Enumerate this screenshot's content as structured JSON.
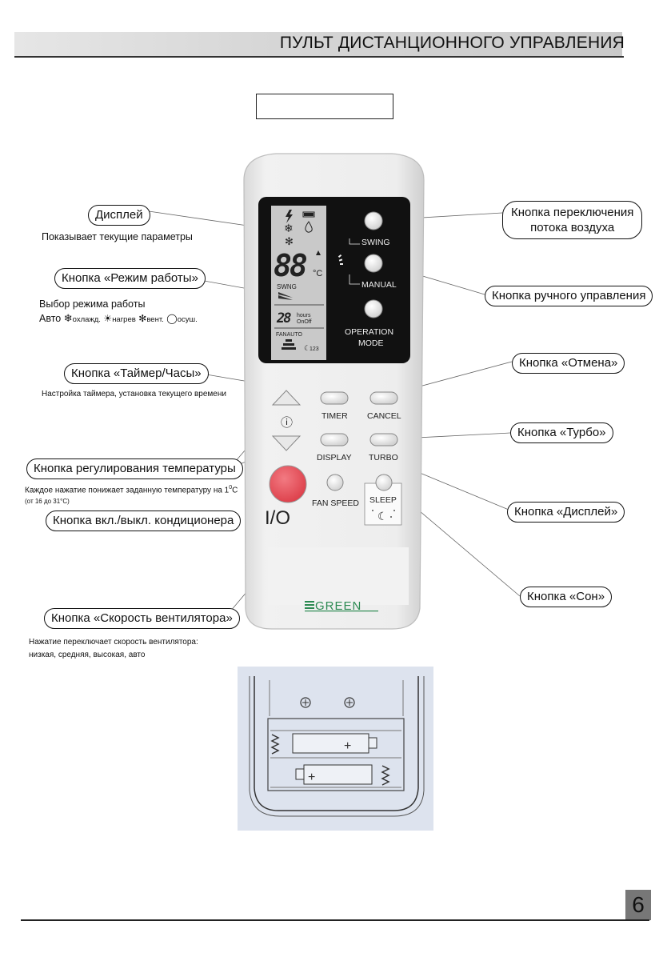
{
  "header": {
    "title": "ПУЛЬТ ДИСТАНЦИОННОГО УПРАВЛЕНИЯ"
  },
  "callouts": {
    "display": {
      "label": "Дисплей",
      "desc": "Показывает текущие параметры"
    },
    "mode": {
      "label": "Кнопка «Режим работы»",
      "desc1": "Выбор режима работы",
      "desc2_auto": "Авто",
      "desc2_cool": "охлажд.",
      "desc2_heat": "нагрев",
      "desc2_fan": "вент.",
      "desc2_dry": "осуш."
    },
    "timer": {
      "label": "Кнопка «Таймер/Часы»",
      "desc": "Настройка таймера, установка текущего времени"
    },
    "temp": {
      "label": "Кнопка регулирования температуры",
      "desc1_pre": "Каждое нажатие понижает заданную температуру на 1",
      "desc1_sup": "0",
      "desc1_post": "С",
      "desc2": "(от 16 до 31°С)"
    },
    "power": {
      "label": "Кнопка вкл./выкл. кондиционера"
    },
    "fan": {
      "label": "Кнопка «Скорость вентилятора»",
      "desc1": "Нажатие переключает скорость вентилятора:",
      "desc2": "низкая, средняя, высокая, авто"
    },
    "swing": {
      "line1": "Кнопка переключения",
      "line2": "потока воздуха"
    },
    "manual": {
      "label": "Кнопка ручного управления"
    },
    "cancel": {
      "label": "Кнопка «Отмена»"
    },
    "turbo": {
      "label": "Кнопка «Турбо»"
    },
    "displaybtn": {
      "label": "Кнопка «Дисплей»"
    },
    "sleep": {
      "label": "Кнопка «Сон»"
    }
  },
  "remote": {
    "lcd": {
      "digits": "88",
      "unit": "°C",
      "swing": "SWNG",
      "timer_digits": "28",
      "hours": "hours",
      "onoff": "OnOff",
      "fanauto": "FANAUTO",
      "sleep_num": "123"
    },
    "buttons": {
      "swing": "SWING",
      "manual": "MANUAL",
      "operation": "OPERATION",
      "mode": "MODE",
      "timer": "TIMER",
      "cancel": "CANCEL",
      "display": "DISPLAY",
      "turbo": "TURBO",
      "power": "I/O",
      "fanspeed": "FAN SPEED",
      "sleep": "SLEEP"
    },
    "brand": "GREEN"
  },
  "page_number": "6",
  "colors": {
    "power_button": "#e8505a",
    "lcd_bg": "#111111",
    "lcd_screen": "#c9c9c9",
    "remote_body": "#eaeaea"
  }
}
